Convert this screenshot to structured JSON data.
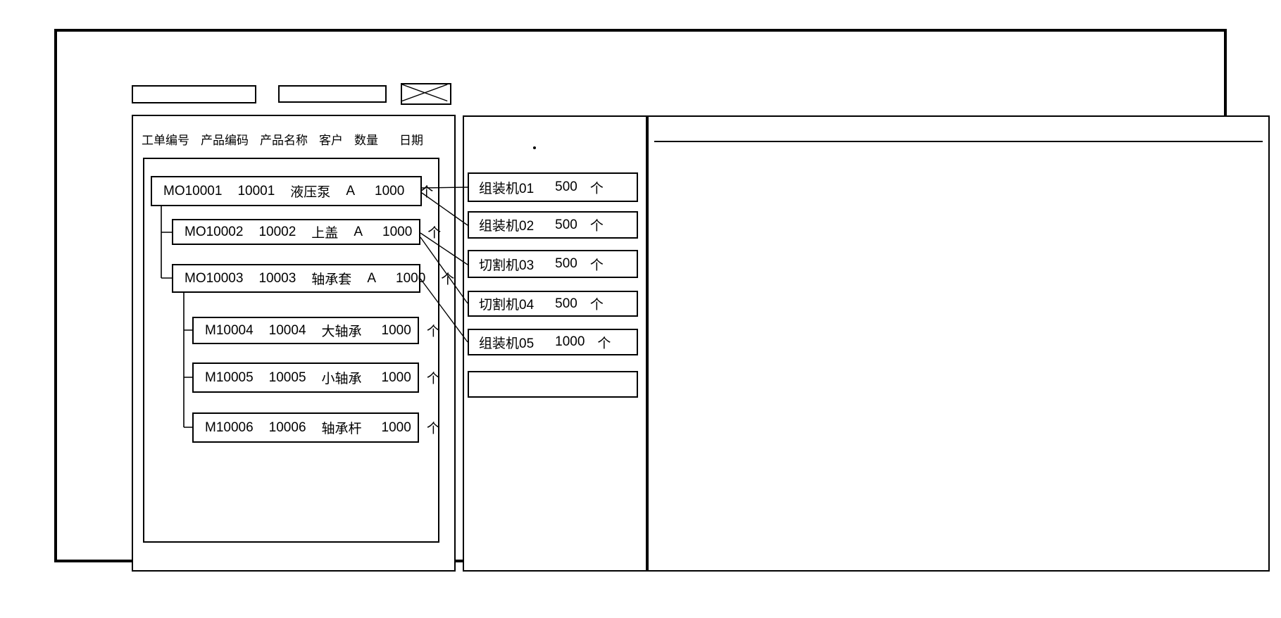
{
  "colors": {
    "line": "#000000",
    "background": "#ffffff"
  },
  "toolbar": {
    "field1_value": "",
    "field2_value": ""
  },
  "work_order_panel": {
    "columns": [
      "工单编号",
      "产品编码",
      "产品名称",
      "客户",
      "数量",
      "日期"
    ],
    "orders": [
      {
        "order_no": "MO10001",
        "product_code": "10001",
        "product_name": "液压泵",
        "customer": "A",
        "qty": "1000",
        "unit": "个"
      },
      {
        "order_no": "MO10002",
        "product_code": "10002",
        "product_name": "上盖",
        "customer": "A",
        "qty": "1000",
        "unit": "个"
      },
      {
        "order_no": "MO10003",
        "product_code": "10003",
        "product_name": "轴承套",
        "customer": "A",
        "qty": "1000",
        "unit": "个"
      },
      {
        "order_no": "M10004",
        "product_code": "10004",
        "product_name": "大轴承",
        "customer": "",
        "qty": "1000",
        "unit": "个"
      },
      {
        "order_no": "M10005",
        "product_code": "10005",
        "product_name": "小轴承",
        "customer": "",
        "qty": "1000",
        "unit": "个"
      },
      {
        "order_no": "M10006",
        "product_code": "10006",
        "product_name": "轴承杆",
        "customer": "",
        "qty": "1000",
        "unit": "个"
      }
    ]
  },
  "machine_panel": {
    "machines": [
      {
        "name": "组装机01",
        "qty": "500",
        "unit": "个"
      },
      {
        "name": "组装机02",
        "qty": "500",
        "unit": "个"
      },
      {
        "name": "切割机03",
        "qty": "500",
        "unit": "个"
      },
      {
        "name": "切割机04",
        "qty": "500",
        "unit": "个"
      },
      {
        "name": "组装机05",
        "qty": "1000",
        "unit": "个"
      },
      {
        "name": "",
        "qty": "",
        "unit": ""
      }
    ]
  },
  "right_panel": {
    "content": ""
  }
}
